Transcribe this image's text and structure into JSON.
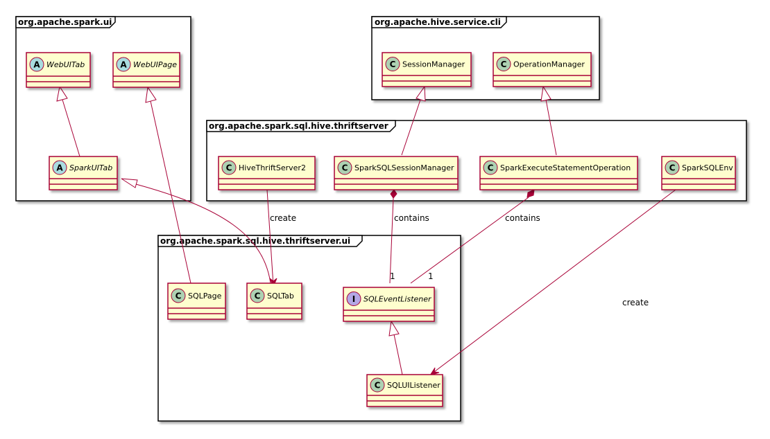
{
  "colors": {
    "class_fill": "#FEFECE",
    "class_border": "#A80036",
    "circle_class": "#ADD1B2",
    "circle_abstract": "#A9DCDF",
    "circle_interface": "#B4A7E5",
    "package_border": "#000000",
    "line": "#A80036"
  },
  "packages": [
    {
      "id": "spark_ui",
      "title": "org.apache.spark.ui"
    },
    {
      "id": "hive_cli",
      "title": "org.apache.hive.service.cli"
    },
    {
      "id": "thriftserver",
      "title": "org.apache.spark.sql.hive.thriftserver"
    },
    {
      "id": "thriftserver_ui",
      "title": "org.apache.spark.sql.hive.thriftserver.ui"
    }
  ],
  "classes": [
    {
      "id": "WebUITab",
      "name": "WebUITab",
      "kind": "abstract",
      "letter": "A"
    },
    {
      "id": "WebUIPage",
      "name": "WebUIPage",
      "kind": "abstract",
      "letter": "A"
    },
    {
      "id": "SparkUITab",
      "name": "SparkUITab",
      "kind": "abstract",
      "letter": "A"
    },
    {
      "id": "SessionManager",
      "name": "SessionManager",
      "kind": "class",
      "letter": "C"
    },
    {
      "id": "OperationManager",
      "name": "OperationManager",
      "kind": "class",
      "letter": "C"
    },
    {
      "id": "HiveThriftServer2",
      "name": "HiveThriftServer2",
      "kind": "class",
      "letter": "C"
    },
    {
      "id": "SparkSQLSessionManager",
      "name": "SparkSQLSessionManager",
      "kind": "class",
      "letter": "C"
    },
    {
      "id": "SparkExecuteStatementOperation",
      "name": "SparkExecuteStatementOperation",
      "kind": "class",
      "letter": "C"
    },
    {
      "id": "SparkSQLEnv",
      "name": "SparkSQLEnv",
      "kind": "class",
      "letter": "C"
    },
    {
      "id": "SQLPage",
      "name": "SQLPage",
      "kind": "class",
      "letter": "C"
    },
    {
      "id": "SQLTab",
      "name": "SQLTab",
      "kind": "class",
      "letter": "C"
    },
    {
      "id": "SQLEventListener",
      "name": "SQLEventListener",
      "kind": "interface",
      "letter": "I"
    },
    {
      "id": "SQLUIListener",
      "name": "SQLUIListener",
      "kind": "class",
      "letter": "C"
    }
  ],
  "relations": [
    {
      "id": "r1",
      "from": "SparkUITab",
      "to": "WebUITab",
      "type": "extends",
      "label": ""
    },
    {
      "id": "r2",
      "from": "SQLPage",
      "to": "WebUIPage",
      "type": "extends",
      "label": ""
    },
    {
      "id": "r3",
      "from": "SQLTab",
      "to": "SparkUITab",
      "type": "extends",
      "label": ""
    },
    {
      "id": "r4",
      "from": "SparkSQLSessionManager",
      "to": "SessionManager",
      "type": "extends",
      "label": ""
    },
    {
      "id": "r5",
      "from": "SparkExecuteStatementOperation",
      "to": "OperationManager",
      "type": "extends",
      "label": ""
    },
    {
      "id": "r6",
      "from": "HiveThriftServer2",
      "to": "SQLTab",
      "type": "association",
      "label": "create"
    },
    {
      "id": "r7",
      "from": "SparkSQLSessionManager",
      "to": "SQLEventListener",
      "type": "composition",
      "label": "contains",
      "multiplicity": "1"
    },
    {
      "id": "r8",
      "from": "SparkExecuteStatementOperation",
      "to": "SQLEventListener",
      "type": "composition",
      "label": "contains",
      "multiplicity": "1"
    },
    {
      "id": "r9",
      "from": "SparkSQLEnv",
      "to": "SQLUIListener",
      "type": "association",
      "label": "create"
    },
    {
      "id": "r10",
      "from": "SQLUIListener",
      "to": "SQLEventListener",
      "type": "extends",
      "label": ""
    }
  ]
}
